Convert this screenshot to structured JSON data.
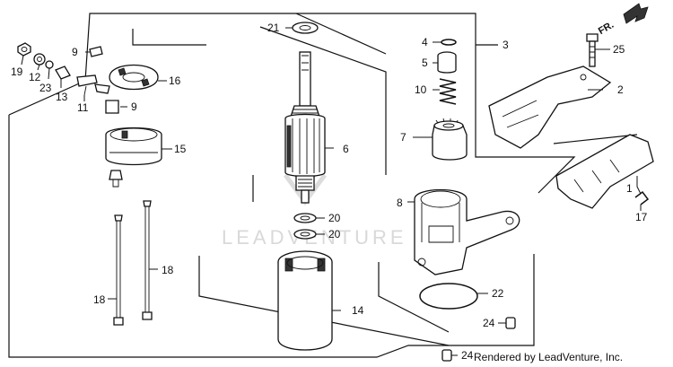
{
  "diagram": {
    "watermark_text": "LEADVENTURE",
    "credit": "Rendered by LeadVenture, Inc.",
    "direction": "FR.",
    "callouts": {
      "c1": "1",
      "c2": "2",
      "c3": "3",
      "c4": "4",
      "c5": "5",
      "c6": "6",
      "c7": "7",
      "c8": "8",
      "c9a": "9",
      "c9b": "9",
      "c10": "10",
      "c11": "11",
      "c12": "12",
      "c13": "13",
      "c14": "14",
      "c15": "15",
      "c16": "16",
      "c17": "17",
      "c18a": "18",
      "c18b": "18",
      "c19": "19",
      "c20a": "20",
      "c20b": "20",
      "c21": "21",
      "c22": "22",
      "c23": "23",
      "c24a": "24",
      "c24b": "24",
      "c25": "25"
    }
  }
}
